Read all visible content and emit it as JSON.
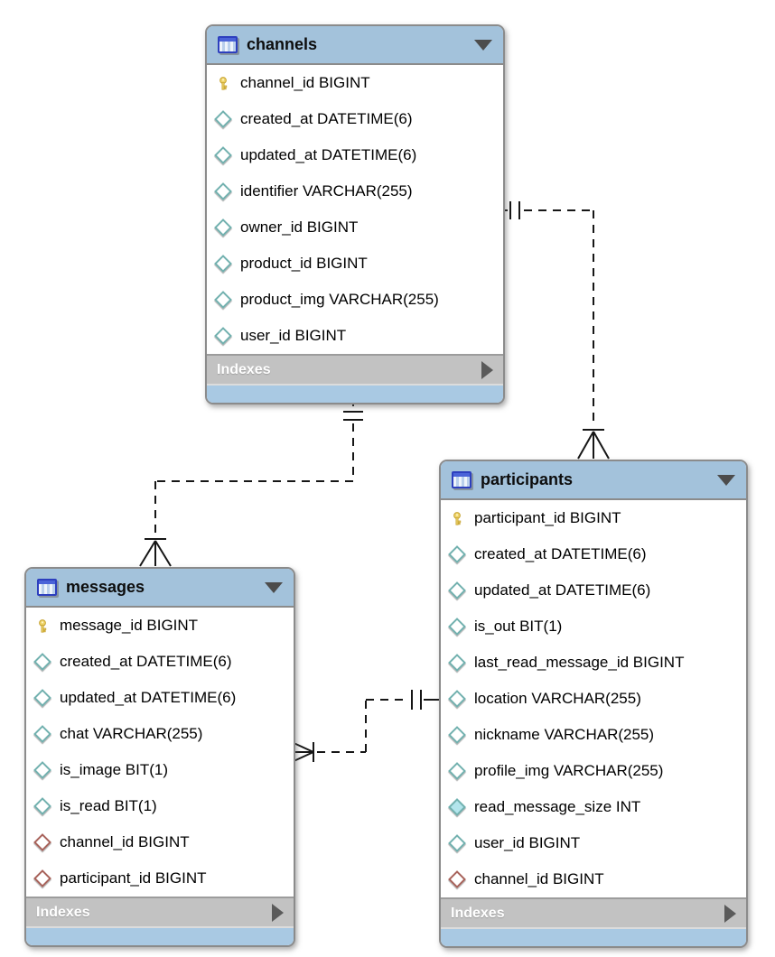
{
  "diagram": {
    "kind": "EER database diagram",
    "tables": [
      {
        "name": "channels",
        "header_icon": "table-icon",
        "collapse_icon": "triangle-down",
        "footer": {
          "label": "Indexes",
          "expand_icon": "triangle-right"
        },
        "fields": [
          {
            "icon": "key-icon",
            "text": "channel_id BIGINT"
          },
          {
            "icon": "attribute-diamond-icon",
            "text": "created_at DATETIME(6)"
          },
          {
            "icon": "attribute-diamond-icon",
            "text": "updated_at DATETIME(6)"
          },
          {
            "icon": "attribute-diamond-icon",
            "text": "identifier VARCHAR(255)"
          },
          {
            "icon": "attribute-diamond-icon",
            "text": "owner_id BIGINT"
          },
          {
            "icon": "attribute-diamond-icon",
            "text": "product_id BIGINT"
          },
          {
            "icon": "attribute-diamond-icon",
            "text": "product_img VARCHAR(255)"
          },
          {
            "icon": "attribute-diamond-icon",
            "text": "user_id BIGINT"
          }
        ]
      },
      {
        "name": "messages",
        "header_icon": "table-icon",
        "collapse_icon": "triangle-down",
        "footer": {
          "label": "Indexes",
          "expand_icon": "triangle-right"
        },
        "fields": [
          {
            "icon": "key-icon",
            "text": "message_id BIGINT"
          },
          {
            "icon": "attribute-diamond-icon",
            "text": "created_at DATETIME(6)"
          },
          {
            "icon": "attribute-diamond-icon",
            "text": "updated_at DATETIME(6)"
          },
          {
            "icon": "attribute-diamond-icon",
            "text": "chat VARCHAR(255)"
          },
          {
            "icon": "attribute-diamond-icon",
            "text": "is_image BIT(1)"
          },
          {
            "icon": "attribute-diamond-icon",
            "text": "is_read BIT(1)"
          },
          {
            "icon": "fk-diamond-icon",
            "text": "channel_id BIGINT"
          },
          {
            "icon": "fk-diamond-icon",
            "text": "participant_id BIGINT"
          }
        ]
      },
      {
        "name": "participants",
        "header_icon": "table-icon",
        "collapse_icon": "triangle-down",
        "footer": {
          "label": "Indexes",
          "expand_icon": "triangle-right"
        },
        "fields": [
          {
            "icon": "key-icon",
            "text": "participant_id BIGINT"
          },
          {
            "icon": "attribute-diamond-icon",
            "text": "created_at DATETIME(6)"
          },
          {
            "icon": "attribute-diamond-icon",
            "text": "updated_at DATETIME(6)"
          },
          {
            "icon": "attribute-diamond-icon",
            "text": "is_out BIT(1)"
          },
          {
            "icon": "attribute-diamond-icon",
            "text": "last_read_message_id BIGINT"
          },
          {
            "icon": "attribute-diamond-icon",
            "text": "location VARCHAR(255)"
          },
          {
            "icon": "attribute-diamond-icon",
            "text": "nickname VARCHAR(255)"
          },
          {
            "icon": "attribute-diamond-icon",
            "text": "profile_img VARCHAR(255)"
          },
          {
            "icon": "attribute-diamond-filled-icon",
            "text": "read_message_size INT"
          },
          {
            "icon": "attribute-diamond-icon",
            "text": "user_id BIGINT"
          },
          {
            "icon": "fk-diamond-icon",
            "text": "channel_id BIGINT"
          }
        ]
      }
    ],
    "relationships": [
      {
        "from": "channels",
        "to": "participants",
        "cardinality": "one-to-many",
        "line_style": "dashed",
        "notation": "bar at channels side, crow's foot at participants"
      },
      {
        "from": "channels",
        "to": "messages",
        "cardinality": "one-to-many",
        "line_style": "dashed",
        "notation": "double bar at channels side, crow's foot at messages"
      },
      {
        "from": "participants",
        "to": "messages",
        "cardinality": "one-to-many",
        "line_style": "dashed",
        "notation": "double bar at participants side, crow's foot at messages"
      }
    ],
    "colors": {
      "header_bg": "#a3c2db",
      "bottom_bar_bg": "#a9c9e3",
      "indexes_bg": "#c2c2c2",
      "indexes_text": "#ffffff",
      "row_bg": "#ffffff",
      "table_border": "#8b8b8b",
      "key_icon": "#eed268",
      "attribute_diamond": "#72b1af",
      "attribute_diamond_fill": "#b3e5ec",
      "fk_diamond": "#a8625a",
      "connector": "#161616"
    }
  }
}
